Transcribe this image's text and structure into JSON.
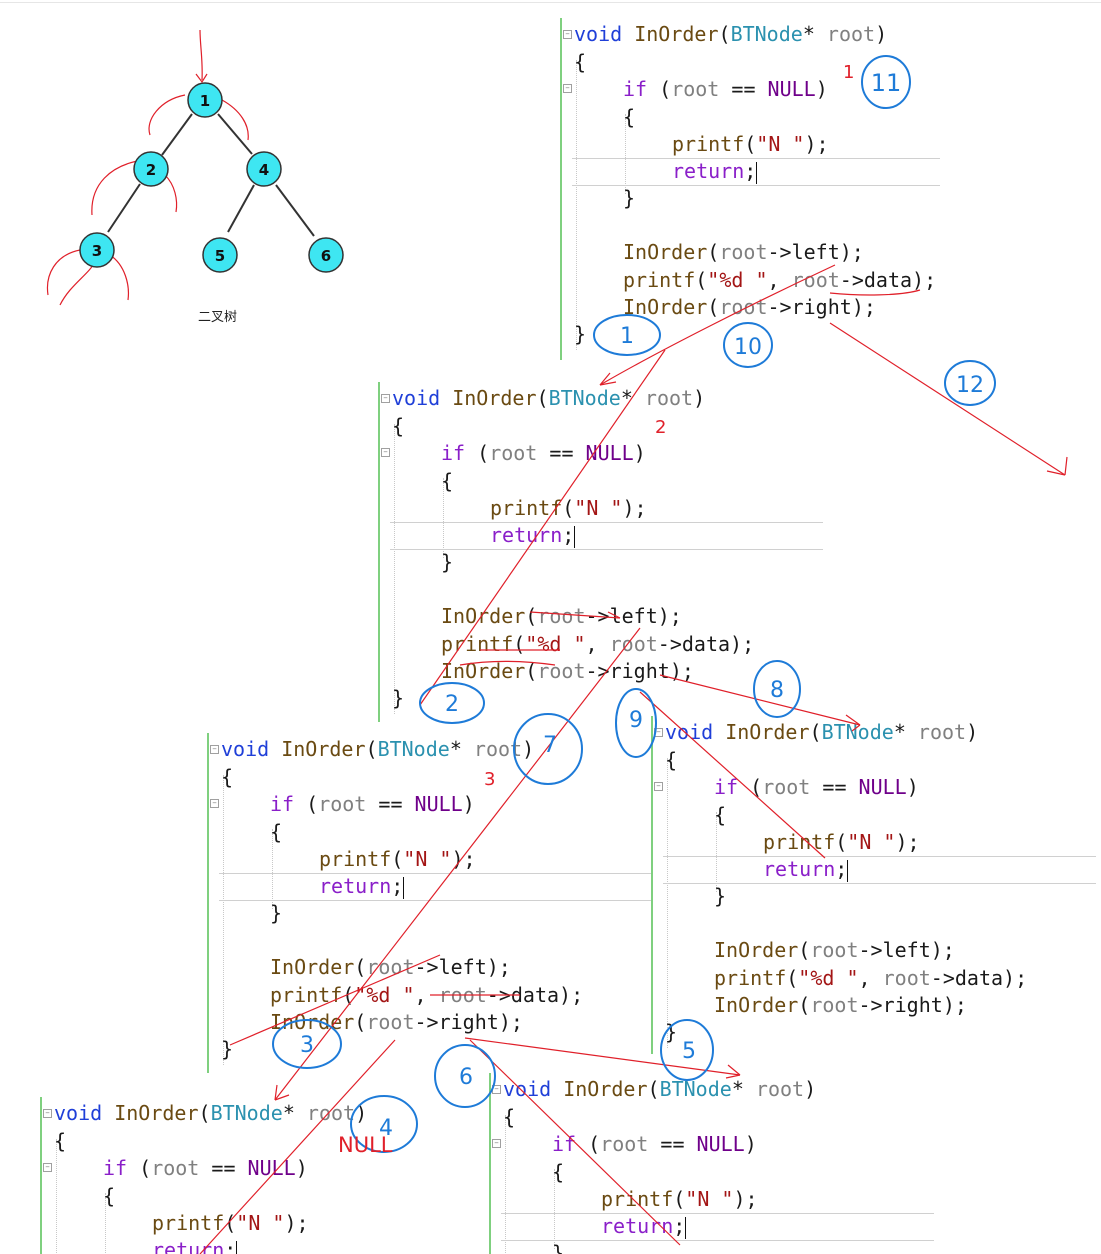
{
  "code": {
    "sig_kw": "void",
    "sig_fn": "InOrder",
    "sig_type": "BTNode",
    "sig_star": "*",
    "sig_param": "root",
    "open_brace": "{",
    "close_brace": "}",
    "if_kw": "if",
    "cond_root": "root",
    "cond_op": "==",
    "cond_null": "NULL",
    "printf_fn": "printf",
    "printf_n_str": "\"N \"",
    "return_kw": "return",
    "call_fn": "InOrder",
    "member_left": "->left",
    "member_right": "->right",
    "member_data": "->data",
    "fmt_str": "\"%d \""
  },
  "tree": {
    "caption": "二叉树",
    "nodes": [
      {
        "id": "n1",
        "label": "1"
      },
      {
        "id": "n2",
        "label": "2"
      },
      {
        "id": "n4",
        "label": "4"
      },
      {
        "id": "n3",
        "label": "3"
      },
      {
        "id": "n5",
        "label": "5"
      },
      {
        "id": "n6",
        "label": "6"
      }
    ],
    "edges": [
      [
        "n1",
        "n2"
      ],
      [
        "n1",
        "n4"
      ],
      [
        "n2",
        "n3"
      ],
      [
        "n4",
        "n5"
      ],
      [
        "n4",
        "n6"
      ]
    ]
  },
  "steps_blue": [
    "11",
    "1",
    "10",
    "12",
    "2",
    "8",
    "7",
    "9",
    "3",
    "5",
    "6",
    "4"
  ],
  "marks_red": [
    "1",
    "2",
    "3",
    "NULL"
  ],
  "colors": {
    "node_fill": "#3ee6f2",
    "annotation_blue": "#1e7bd8",
    "annotation_red": "#e0202a",
    "margin_green": "#7fd07f"
  }
}
